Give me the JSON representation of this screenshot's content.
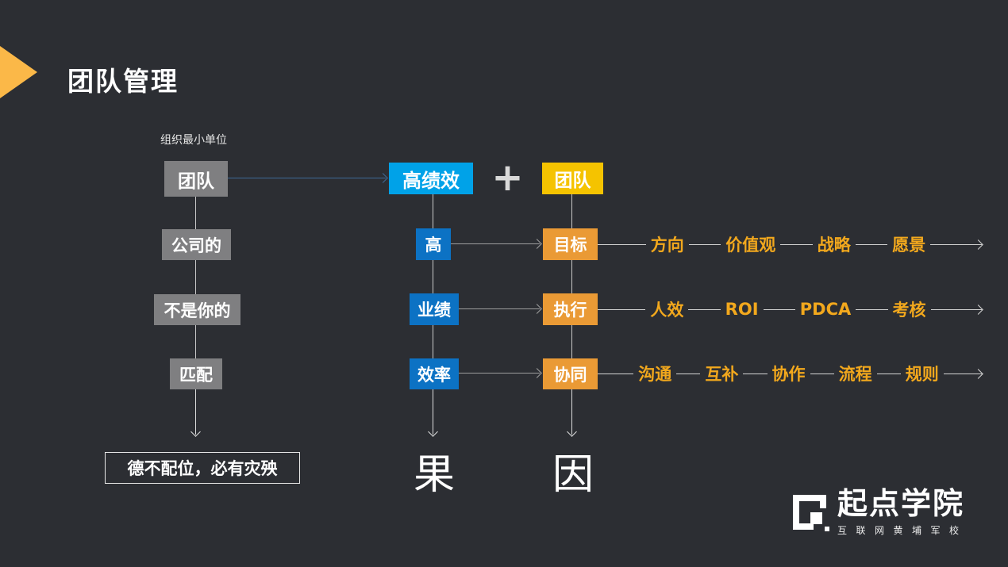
{
  "colors": {
    "bg": "#2C2E33",
    "grayBox": "#7F7F81",
    "brightBlue": "#00A2E8",
    "blue": "#0C72C4",
    "gold": "#F5C300",
    "orange": "#EA9A35",
    "chainText": "#F2A81D",
    "steel": "#3E6A98",
    "line": "#C9C9C9",
    "triangle": "#FBB848"
  },
  "title": "团队管理",
  "annotation": "组织最小单位",
  "plus_sign": "+",
  "left_column": {
    "boxes": [
      "团队",
      "公司的",
      "不是你的",
      "匹配"
    ],
    "quote": "德不配位，必有灾殃"
  },
  "mid_column": {
    "header": "高绩效",
    "boxes": [
      "高",
      "业绩",
      "效率"
    ],
    "footer": "果"
  },
  "right_column": {
    "header": "团队",
    "boxes": [
      "目标",
      "执行",
      "协同"
    ],
    "footer": "因"
  },
  "chains": [
    {
      "items": [
        "方向",
        "价值观",
        "战略",
        "愿景"
      ]
    },
    {
      "items": [
        "人效",
        "ROI",
        "PDCA",
        "考核"
      ]
    },
    {
      "items": [
        "沟通",
        "互补",
        "协作",
        "流程",
        "规则"
      ]
    }
  ],
  "logo": {
    "name": "起点学院",
    "tagline": "互联网黄埔军校"
  }
}
